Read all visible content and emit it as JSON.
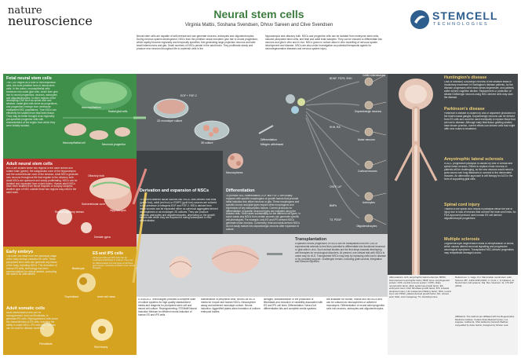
{
  "header": {
    "logo_line1": "nature",
    "logo_line2": "neuroscience",
    "title": "Neural stem cells",
    "authors": "Virginia Mattis, Soshana Svendsen, Dhruv Sareen and Clive Svendsen",
    "sponsor_name": "STEMCELL",
    "sponsor_sub": "TECHNOLOGIES",
    "intro_left": "Neural stem cells are capable of self-renewal and can generate neurons, astrocytes and oligodendrocytes. During nervous system development, NSCs from the primitive neural ectoderm give rise to neural progenitors, which rapidly become regionally and temporally specified, first generating large projection neurons and later small interneurons and glia. Small numbers of NSCs persist in the adult brain. They proliferate slowly and produce new neurons throughout life to replenish cells in the",
    "intro_right": "hippocampus and olfactory bulb. NSCs and progenitor cells can be isolated from embryonic stem cells, induced pluripotent stem cells, and fetal and adult brain samples. They can be induced to differentiate into neurons and glia in vitro and in vivo. NSCs grown in culture allow in vitro modelling of nervous system development and disease. NSCs are also under investigation as potential therapeutic agents for neurodegenerative diseases and nervous system injury."
  },
  "left": {
    "fetal_title": "Fetal neural stem cells",
    "fetal_text": "The CNS begins as a tube of neuroepithelial cells, the most primitive form of neural stem cells. In the cortex, neuroepithelial cells transform into radial glial cells, which then give rise to neural progenitors, neurons, astrocytes and oligodendrocytes. In other regions of the developing CNS such as spinal cord and striatum, radial glial cells serve as progenitors, and progenitors emerge from ventricular multipotent NSC populations. True NSCs can efficiently be isolated from fetal brain tissue. They may be better thought of as regionally pre-specified progenitor cells with characteristics of the region from which they were initially isolated.",
    "fetal_labels": [
      "Neuroepithelium",
      "Radial glial cells",
      "Neuroepithelial cell",
      "Neuronal progenitor"
    ],
    "adult_title": "Adult neural stem cells",
    "adult_text": "NSCs are located within two regions of the adult human and rodent brain (green): the subgranular zone of the hippocampus and the subventricular zone of the striatum. Adult NSCs generate new neurons throughout life that migrate to the olfactory bulb. Adult NSCs are quiescent and slowly proliferating. NSCs can be isolated and expanded from rodent brains. Human adult NSCs have been isolated from tissue biopsies or autopsy samples. Another type of NSC outside these two regions may exist in the adult brain.",
    "adult_labels": [
      "Olfactory bulb",
      "Hippocampus",
      "Subventricular zone",
      "Rostral migratory stream",
      "Dentate gyrus"
    ],
    "early_title": "Early embryo",
    "early_text": "The inner cell mass from the blastocyst stage of the early embryo contains ES cells. These pluripotent stem cells can generate any tissue of the body, including NSCs. The derivation of human ES cells, technology has been commercialized for clinical studies, prompting the search for alternatives.",
    "early_labels": [
      "Blastocyst",
      "Inner cell mass",
      "Trophoblast"
    ],
    "somatic_title": "Adult somatic cells",
    "somatic_text": "Adult differentiated cells can be reprogrammed, such as fibroblasts, to generate iPS cells. Reprogrammed cells share the characteristics of ES cells, including the ability to make NSCs. iPS cells from patients can be used for disease modelling.",
    "somatic_labels": [
      "Fibroblasts",
      "Skin biopsy"
    ],
    "es_title": "ES and iPS cells",
    "es_text": "Pluripotent ES and iPS cells can be expanded indefinitely in culture. They can be differentiated into cell types of all three germ layers, including ectoderm and neural lineages."
  },
  "center": {
    "labels": [
      "2D monolayer culture",
      "3D culture",
      "Neurospheres",
      "Differentiation",
      "Mitogen withdrawal",
      "EGF + FGF-2",
      "Differentiation",
      "Neurons",
      "Astrocytes",
      "Oligodendrocytes"
    ],
    "deriv_title": "Derivation and expansion of NSCs",
    "deriv_text": "To convert different tissue sources into NSCs, cells derived from fetal (green box), adult (red box) or ES/iPS (gold box) sources are cultured in the presence of mitogens EGF and FGF-2. NSCs derived from these sources can be expanded either as spherical aggregates termed neurospheres or as monolayer 2D cultures. They can produce neurons, astrocytes and oligodendrocytes, depending on the growth factors with which they are exposed to during subsequent in vitro differentiation.",
    "diff_title": "Differentiation",
    "diff_text": "To promote NSC differentiation, EGF and FGF-2 are usually replaced with specific morphogens or growth factors that promote initial induction into either neurons or glia. These morphogens and specific neuron and glial types require other morphogens and expression of key transcription factors. Current protocols for differentiation of specific neuronal types are indicated along the shaded cells. Yield varies substantially for the different cell types. In some cases any NSCs from certain sources can generate specific cell phenotypes. For example, only ES and iPS derived NSCs generate motor neurons. Conversely, fetal and adult-derived NSCs do not easily mature into dopaminergic neurons after expansion in culture.",
    "pathway_labels": [
      "BDNF, FGF8, SHH",
      "GABA interneurons",
      "Dopaminergic neurons",
      "SHH, RA",
      "Motor neurons",
      "Cortical neurons",
      "Astrocytes",
      "CNTF, LIF",
      "BMPs",
      "T3, PDGF",
      "Oligodendrocytes"
    ]
  },
  "right": {
    "hd_title": "Huntington's disease",
    "hd_text": "Loss of inhibitory GABAergic neurons in the striatum leads to involuntary movement in Huntington's disease patients. As the disease progresses other brain areas degenerate, and patients suffer severe cognitive decline. Replacement or protection of striatal GABAergic neurons using NSC-derived cells may slow the disease.",
    "pd_title": "Parkinson's disease",
    "pd_text": "Parkinson's disease is caused by loss of dopamine production in the brain's basal ganglia. Dopaminergic neurons can be derived from ES cells and could be used eventually to replace those that are lost to disease. Although early fetal tissue grafting studies have shown promise, current efforts use derived cells that might offer new routes to treatment.",
    "als_title": "Amyotrophic lateral sclerosis",
    "als_text": "In ALS, progressive paralysis is caused by loss of cortical and spinal motor neurons. Efforts to replace motor neurons in patients will be challenging, as the new neurons would need to grow axons over long distances to connect to the denervated muscles. An alternative approach is cell therapy for ALS in the form of supporting glial cells.",
    "sci_title": "Spinal cord injury",
    "sci_text": "Trauma to the spinal cord results in paralysis below the site of injury due to loss of neurons that connect the brain and limbs. An FDA-approved protocol uses human ES cell derived oligodendrocyte progenitors.",
    "ms_title": "Multiple sclerosis",
    "ms_text": "Oligodendrocyte degeneration leads to demyelination of axons, which causes altered neuronal signalling and progressive neurological symptoms. Transplanted NSC-derived progenitors may remyelinate damaged axons."
  },
  "transplant": {
    "title": "Transplantation",
    "text": "Expanded neural progenitors of NSCs can be transplanted into the CNS of experimental animals to test their potential to differentiate into functional neuronal or glial cells in vivo. Such animal studies are the first steps towards developing cell therapies for neurological disorders. At present, one clinical trial with NSCs is under way for ALS. Transplanted NSCs may help by replacing cells lost to disease or by providing support. Challenges remain, including graft survival, integration and immune rejection."
  },
  "footer": {
    "col1": "STEMCELL Technologies provides a complete suite of culture systems for high-quality standardized media and reagents for pluripotent stem cell and neural cell culture. Reprogramming: STEMdiff Neural Induction Medium for efficient neural induction of human ES and iPS cells.",
    "col2": "Maintenance of peripheral cells: NeuroCult NS-A media for mouse and human NSCs. Neurosphere assay and adherent monolayer culture. Neural induction: AggreWell plates allow formation of uniform embryoid bodies.",
    "col3": "lineages, standardization of the production of fibroblasts and reduction of variability associated with ES and iPS cell lines. Differentiation: NeuroCult differentiation kits and complete media systems.",
    "col4": "are available for human, mouse and rat NSCs and can be cultured as neurospheres or adherent monolayers. Differentiation of neural stem/progenitor cells into neurons, astrocytes and oligodendrocytes.",
    "abbrev": "Abbreviations: ALS, amyotrophic lateral sclerosis; BDNF, brain-derived neurotrophic factor; BMP, bone morphogenetic protein; CNS, central nervous system; CNTF, ciliary neurotrophic factor; EGF, epidermal growth factor; ES, embryonic stem; FGF, fibroblast growth factor; iPS, induced pluripotent stem; LIF, leukaemia inhibitory factor; NSC, neural stem cell; PDGF, platelet-derived growth factor; RA, retinoic acid; SHH, sonic hedgehog; T3, triiodothyronine.",
    "refs": "References: 1. Gage, F.H. Mammalian neural stem cells. Science 287, 1433-1438 (2000). 2. Conti, L. & Cattaneo, E. Neural stem cell systems. Nat. Rev. Neurosci. 11, 176-187 (2010).",
    "affil": "Affiliations: The authors are affiliated with the Regenerative Medicine Institute, Cedars-Sinai Medical Center, Los Angeles, California, USA. Edited by Hannah Webber; copyedited by Anke Gwinn; designed by Kirsten Lear."
  }
}
